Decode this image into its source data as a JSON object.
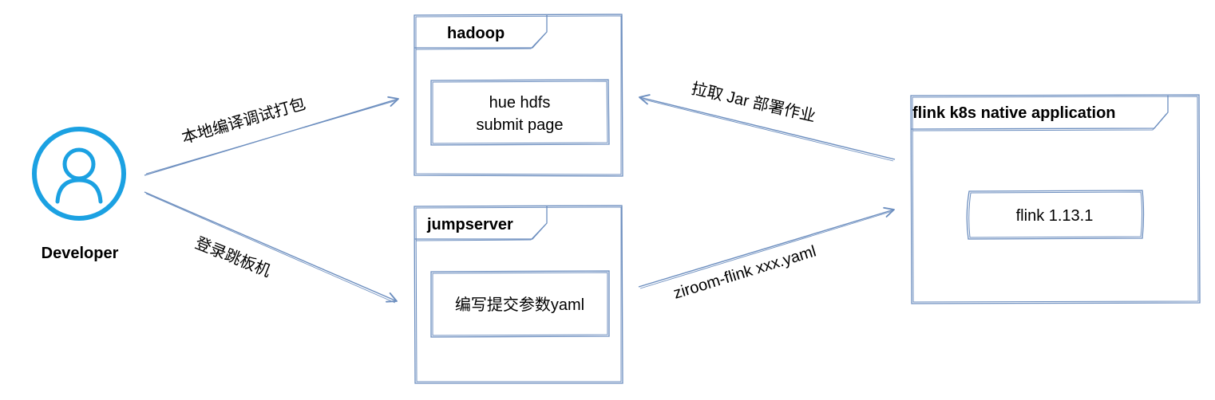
{
  "colors": {
    "stroke": "#6c8ebf",
    "user_icon": "#1ba1e2",
    "text": "#000000"
  },
  "actor": {
    "icon": "user-icon",
    "label": "Developer"
  },
  "frames": {
    "hadoop": {
      "title": "hadoop",
      "box_line1": "hue hdfs",
      "box_line2": "submit page"
    },
    "jumpserver": {
      "title": "jumpserver",
      "box": "编写提交参数yaml"
    },
    "flink": {
      "title": "flink k8s native application",
      "box": "flink 1.13.1"
    }
  },
  "edges": {
    "developer_to_hadoop": "本地编译调试打包",
    "developer_to_jumpserver": "登录跳板机",
    "flink_to_hadoop": "拉取 Jar 部署作业",
    "jumpserver_to_flink": "ziroom-flink xxx.yaml"
  }
}
